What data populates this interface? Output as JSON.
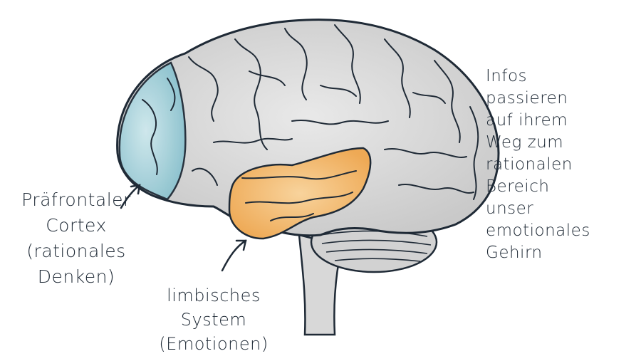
{
  "labels": {
    "prefrontal": {
      "line1": "Präfrontaler",
      "line2": "Cortex",
      "line3": "(rationales",
      "line4": "Denken)"
    },
    "limbic": {
      "line1": "limbisches",
      "line2": "System",
      "line3": "(Emotionen)"
    }
  },
  "note": {
    "lines": [
      "Infos",
      "passieren",
      "auf ihrem",
      "Weg zum",
      "rationalen",
      "Bereich",
      "unser",
      "emotionales",
      "Gehirn"
    ]
  },
  "colors": {
    "brain": "#dcdcdc",
    "prefrontal": "#a9d6df",
    "limbic": "#f2b86a",
    "ink": "#1f2a36"
  }
}
